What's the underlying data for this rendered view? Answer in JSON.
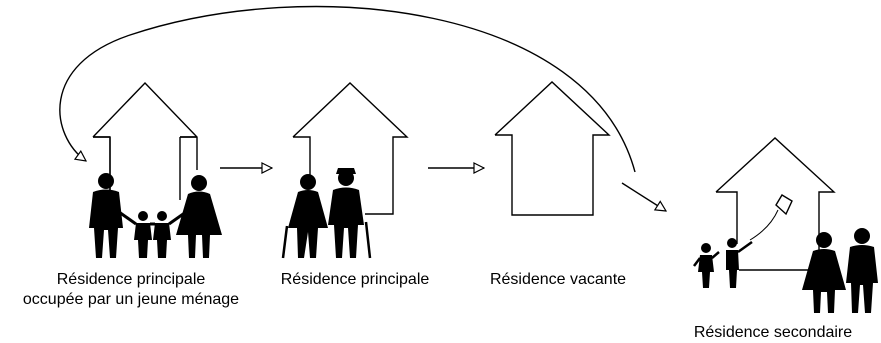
{
  "stages": [
    {
      "id": "young-household",
      "caption_line1": "Résidence principale",
      "caption_line2": "occupée par un jeune ménage"
    },
    {
      "id": "elderly-couple",
      "caption_line1": "Résidence principale"
    },
    {
      "id": "vacant",
      "caption_line1": "Résidence vacante"
    },
    {
      "id": "secondary",
      "caption_line1": "Résidence secondaire"
    }
  ],
  "colors": {
    "ink": "#000000",
    "background": "#ffffff"
  }
}
